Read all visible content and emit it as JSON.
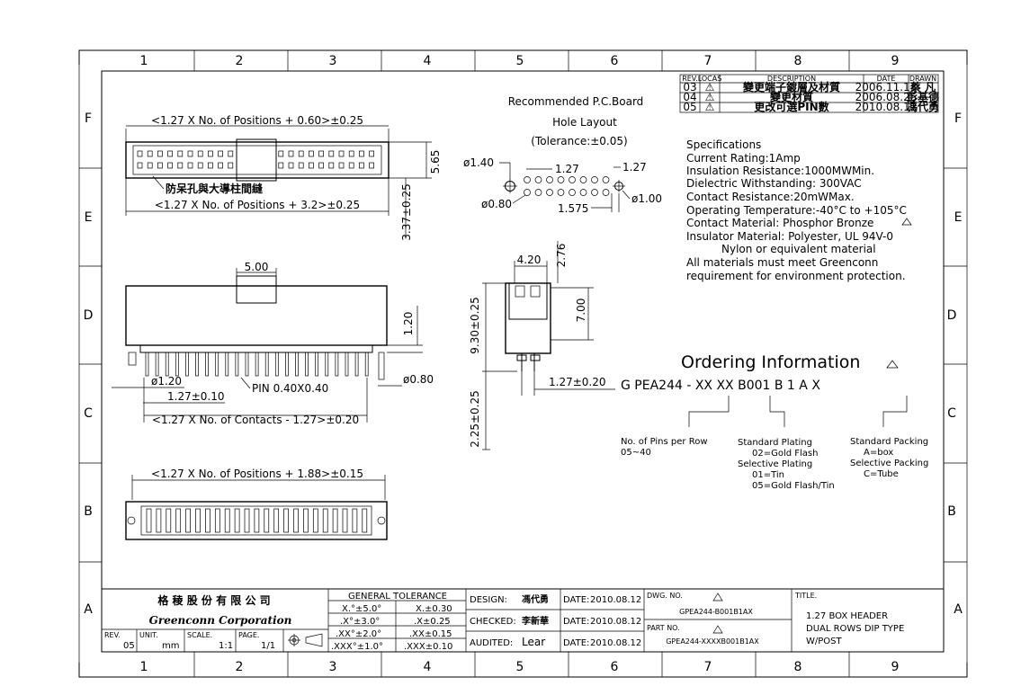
{
  "frame": {
    "columns": [
      "1",
      "2",
      "3",
      "4",
      "5",
      "6",
      "7",
      "8",
      "9"
    ],
    "rows": [
      "F",
      "E",
      "D",
      "C",
      "B",
      "A"
    ]
  },
  "revisions": {
    "headers": [
      "REV.",
      "LOCAS",
      "DESCRIPTION",
      "DATE",
      "DRAWN"
    ],
    "rows": [
      {
        "rev": "03",
        "loc": "⚠",
        "desc": "變更端子鍍層及材質",
        "date": "2006.11.13",
        "drawn": "蔡 凡"
      },
      {
        "rev": "04",
        "loc": "⚠",
        "desc": "變更材質",
        "date": "2006.08.25",
        "drawn": "彭基德"
      },
      {
        "rev": "05",
        "loc": "⚠",
        "desc": "更改可選PIN數",
        "date": "2010.08.12",
        "drawn": "馮代勇"
      }
    ]
  },
  "top_view": {
    "dim_top": "<1.27 X No. of Positions + 0.60>±0.25",
    "dim_bottom": "<1.27 X No. of Positions + 3.2>±0.25",
    "dim_height": "5.65",
    "dim_depth": "3.37±0.25",
    "note_cn": "防呆孔與大導柱間縫"
  },
  "pcb": {
    "title1": "Recommended P.C.Board",
    "title2": "Hole Layout",
    "tolerance": "(Tolerance:±0.05)",
    "d_peg": "ø1.40",
    "pitch1": "1.27",
    "pitch2": "1.27",
    "d_hole": "ø0.80",
    "d_small": "ø1.00",
    "offset": "1.575"
  },
  "side_view": {
    "dim_top": "5.00",
    "dim_h": "1.20",
    "dim_peg": "ø1.20",
    "dim_post": "ø0.80",
    "dim_pitch": "1.27±0.10",
    "pin_note": "PIN 0.40X0.40",
    "dim_contacts": "<1.27 X No. of Contacts - 1.27>±0.20"
  },
  "end_view": {
    "dim_w": "4.20",
    "dim_top": "2.76",
    "dim_h": "9.30±0.25",
    "dim_inner": "7.00",
    "dim_tail": "2.25±0.25",
    "dim_off": "1.27±0.20"
  },
  "specs": {
    "title": "Specifications",
    "lines": [
      "Current Rating:1Amp",
      "Insulation Resistance:1000MWMin.",
      "Dielectric Withstanding:  300VAC",
      "Contact Resistance:20mWMax.",
      "Operating Temperature:-40°C to +105°C",
      "Contact Material: Phosphor Bronze",
      "Insulator Material: Polyester, UL 94V-0",
      "Nylon or equivalent material",
      "All materials must meet Greenconn",
      "requirement for environment protection."
    ]
  },
  "ordering": {
    "title": "Ordering Information",
    "part": "G PEA244 - XX  XX  B001 B 1 A X",
    "pins_label": "No. of Pins per Row",
    "pins_range": "05~40",
    "plating": [
      "Standard Plating",
      "02=Gold Flash",
      "Selective Plating",
      "01=Tin",
      "05=Gold Flash/Tin"
    ],
    "packing": [
      "Standard Packing",
      "A=box",
      "Selective Packing",
      "C=Tube"
    ]
  },
  "bottom_view": {
    "dim": "<1.27 X No. of Positions + 1.88>±0.15"
  },
  "title_block": {
    "company_cn": "格 稜 股 份 有 限 公 司",
    "company_en": "Greenconn Corporation",
    "rev_label": "REV.",
    "rev": "05",
    "unit_label": "UNIT.",
    "unit": "mm",
    "scale_label": "SCALE.",
    "scale": "1:1",
    "page_label": "PAGE.",
    "page": "1/1",
    "tol_title": "GENERAL TOLERANCE",
    "tol": [
      [
        "X.°±5.0°",
        "X.±0.30"
      ],
      [
        ".X°±3.0°",
        ".X±0.25"
      ],
      [
        ".XX°±2.0°",
        ".XX±0.15"
      ],
      [
        ".XXX°±1.0°",
        ".XXX±0.10"
      ]
    ],
    "design_label": "DESIGN:",
    "design": "馮代勇",
    "checked_label": "CHECKED:",
    "checked": "李新華",
    "audited_label": "AUDITED:",
    "audited": "Lear",
    "date_label": "DATE:",
    "date1": "2010.08.12",
    "date2": "2010.08.12",
    "date3": "2010.08.12",
    "dwg_label": "DWG. NO.",
    "dwg": "GPEA244-B001B1AX",
    "part_label": "PART NO.",
    "part": "GPEA244-XXXXB001B1AX",
    "title_label": "TITLE.",
    "title": [
      "1.27 BOX HEADER",
      "DUAL ROWS DIP TYPE",
      "W/POST"
    ]
  }
}
